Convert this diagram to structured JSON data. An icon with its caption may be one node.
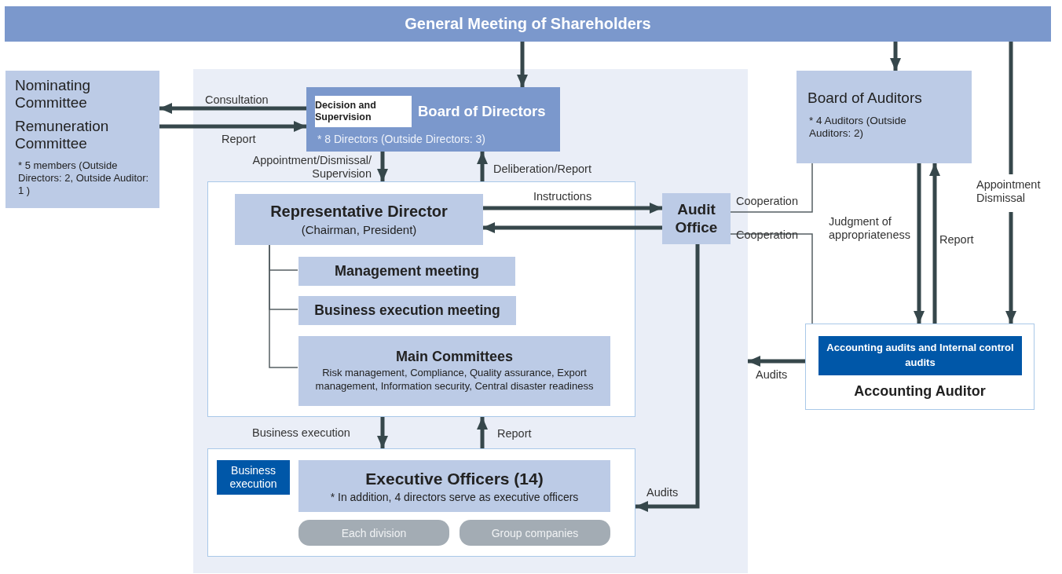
{
  "diagram": {
    "nodes": [
      {
        "text": [
          "General Meeting of Shareholders"
        ]
      },
      {
        "text": [
          "Nominating Committee",
          "Remuneration Committee",
          "* 5 members (Outside Directors: 2, Outside Auditor: 1 )"
        ]
      },
      {
        "text": [],
        "shape": "box"
      },
      {
        "text": [
          "Board of Directors",
          "* 8 Directors (Outside Directors: 3)"
        ],
        "in": 2
      },
      {
        "text": [
          "Decision and Supervision"
        ],
        "in": 3
      },
      {
        "text": [],
        "shape": "box",
        "in": 2
      },
      {
        "text": [
          "Representative Director",
          "(Chairman, President)"
        ],
        "in": 5
      },
      {
        "text": [
          "Management meeting"
        ],
        "in": 5
      },
      {
        "text": [
          "Business execution meeting"
        ],
        "in": 5
      },
      {
        "text": [
          "Main Committees",
          "Risk management, Compliance, Quality assurance, Export management, Information security, Central disaster readiness"
        ],
        "in": 5
      },
      {
        "text": [
          "Audit Office"
        ],
        "in": 2
      },
      {
        "text": [],
        "shape": "box",
        "in": 2
      },
      {
        "text": [
          "Business execution"
        ],
        "in": 11
      },
      {
        "text": [
          "Executive Officers (14)",
          "* In addition, 4 directors serve as executive officers"
        ],
        "in": 11
      },
      {
        "text": [
          "Each division"
        ],
        "in": 11
      },
      {
        "text": [
          "Group companies"
        ],
        "in": 11
      },
      {
        "text": [
          "Board of Auditors",
          "* 4 Auditors (Outside Auditors: 2)"
        ]
      },
      {
        "text": [
          "Accounting Auditor"
        ]
      },
      {
        "text": [
          "Accounting audits and Internal control audits"
        ],
        "in": 17
      }
    ],
    "edges": [
      {
        "from": 0,
        "to": 3,
        "arrow": "to"
      },
      {
        "from": 0,
        "to": 16,
        "arrow": "to"
      },
      {
        "from": 0,
        "to": 17,
        "arrow": "to",
        "label": "Appointment Dismissal"
      },
      {
        "from": 3,
        "to": 1,
        "arrow": "to",
        "label": "Consultation"
      },
      {
        "from": 1,
        "to": 3,
        "arrow": "to",
        "label": "Report"
      },
      {
        "from": 3,
        "to": 5,
        "arrow": "to",
        "label": "Appointment/Dismissal/ Supervision"
      },
      {
        "from": 5,
        "to": 3,
        "arrow": "to",
        "label": "Deliberation/Report"
      },
      {
        "from": 6,
        "to": 10,
        "arrow": "to",
        "label": "Instructions"
      },
      {
        "from": 10,
        "to": 6,
        "arrow": "to"
      },
      {
        "from": 10,
        "to": 16,
        "arrow": "none",
        "label": "Cooperation"
      },
      {
        "from": 10,
        "to": 17,
        "arrow": "none",
        "label": "Cooperation"
      },
      {
        "from": 16,
        "to": 17,
        "arrow": "to",
        "label": "Judgment of appropriateness"
      },
      {
        "from": 17,
        "to": 16,
        "arrow": "to",
        "label": "Report"
      },
      {
        "from": 17,
        "to": 2,
        "arrow": "to",
        "label": "Audits"
      },
      {
        "from": 10,
        "to": 11,
        "arrow": "to",
        "label": "Audits"
      },
      {
        "from": 5,
        "to": 11,
        "arrow": "to",
        "label": "Business execution"
      },
      {
        "from": 11,
        "to": 5,
        "arrow": "to",
        "label": "Report"
      },
      {
        "from": 6,
        "to": 7,
        "arrow": "none"
      },
      {
        "from": 6,
        "to": 8,
        "arrow": "none"
      },
      {
        "from": 6,
        "to": 9,
        "arrow": "none"
      }
    ]
  }
}
